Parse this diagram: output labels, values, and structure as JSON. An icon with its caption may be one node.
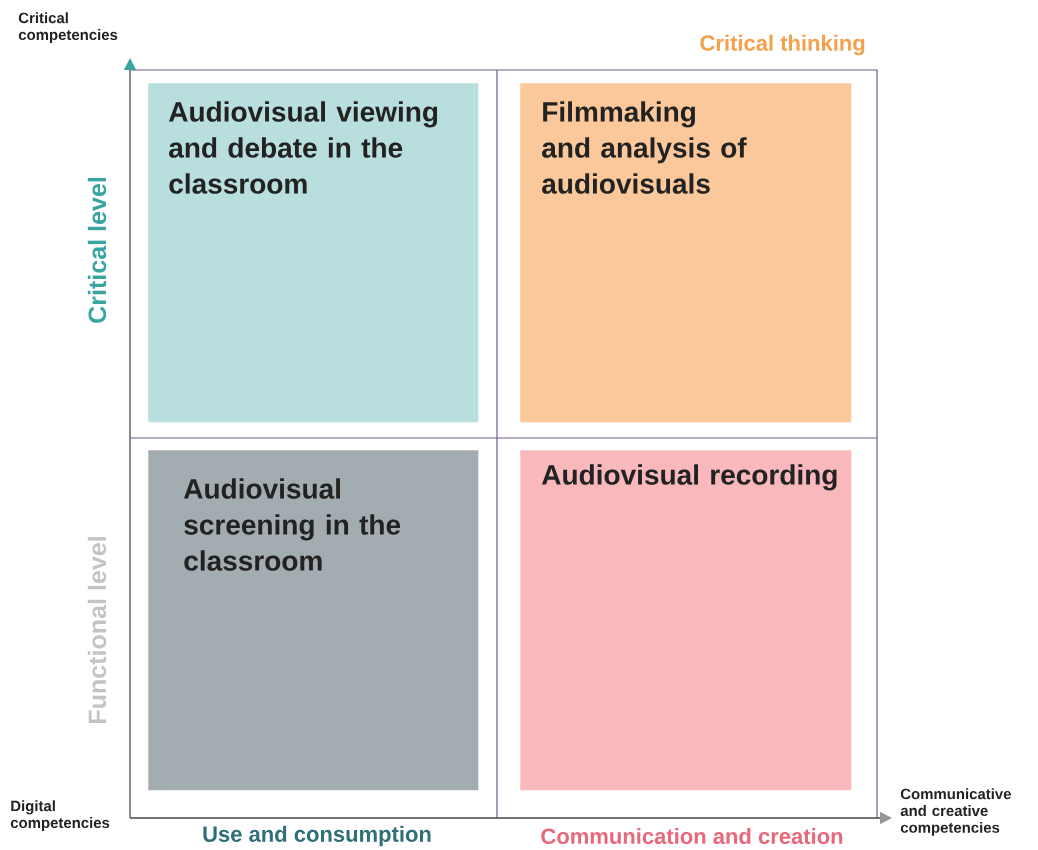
{
  "diagram": {
    "nodes": [
      {
        "text": [
          "Audiovisual viewing and debate in the classroom"
        ]
      },
      {
        "text": [
          "Filmmaking and analysis of audiovisuals"
        ]
      },
      {
        "text": [
          "Audiovisual screening in the classroom"
        ]
      },
      {
        "text": [
          "Audiovisual recording"
        ]
      }
    ],
    "labels": [
      "Critical competencies",
      "Critical thinking",
      "Critical level",
      "Functional level",
      "Digital competencies",
      "Communicative and creative competencies",
      "Use and consumption",
      "Communication and creation"
    ]
  }
}
